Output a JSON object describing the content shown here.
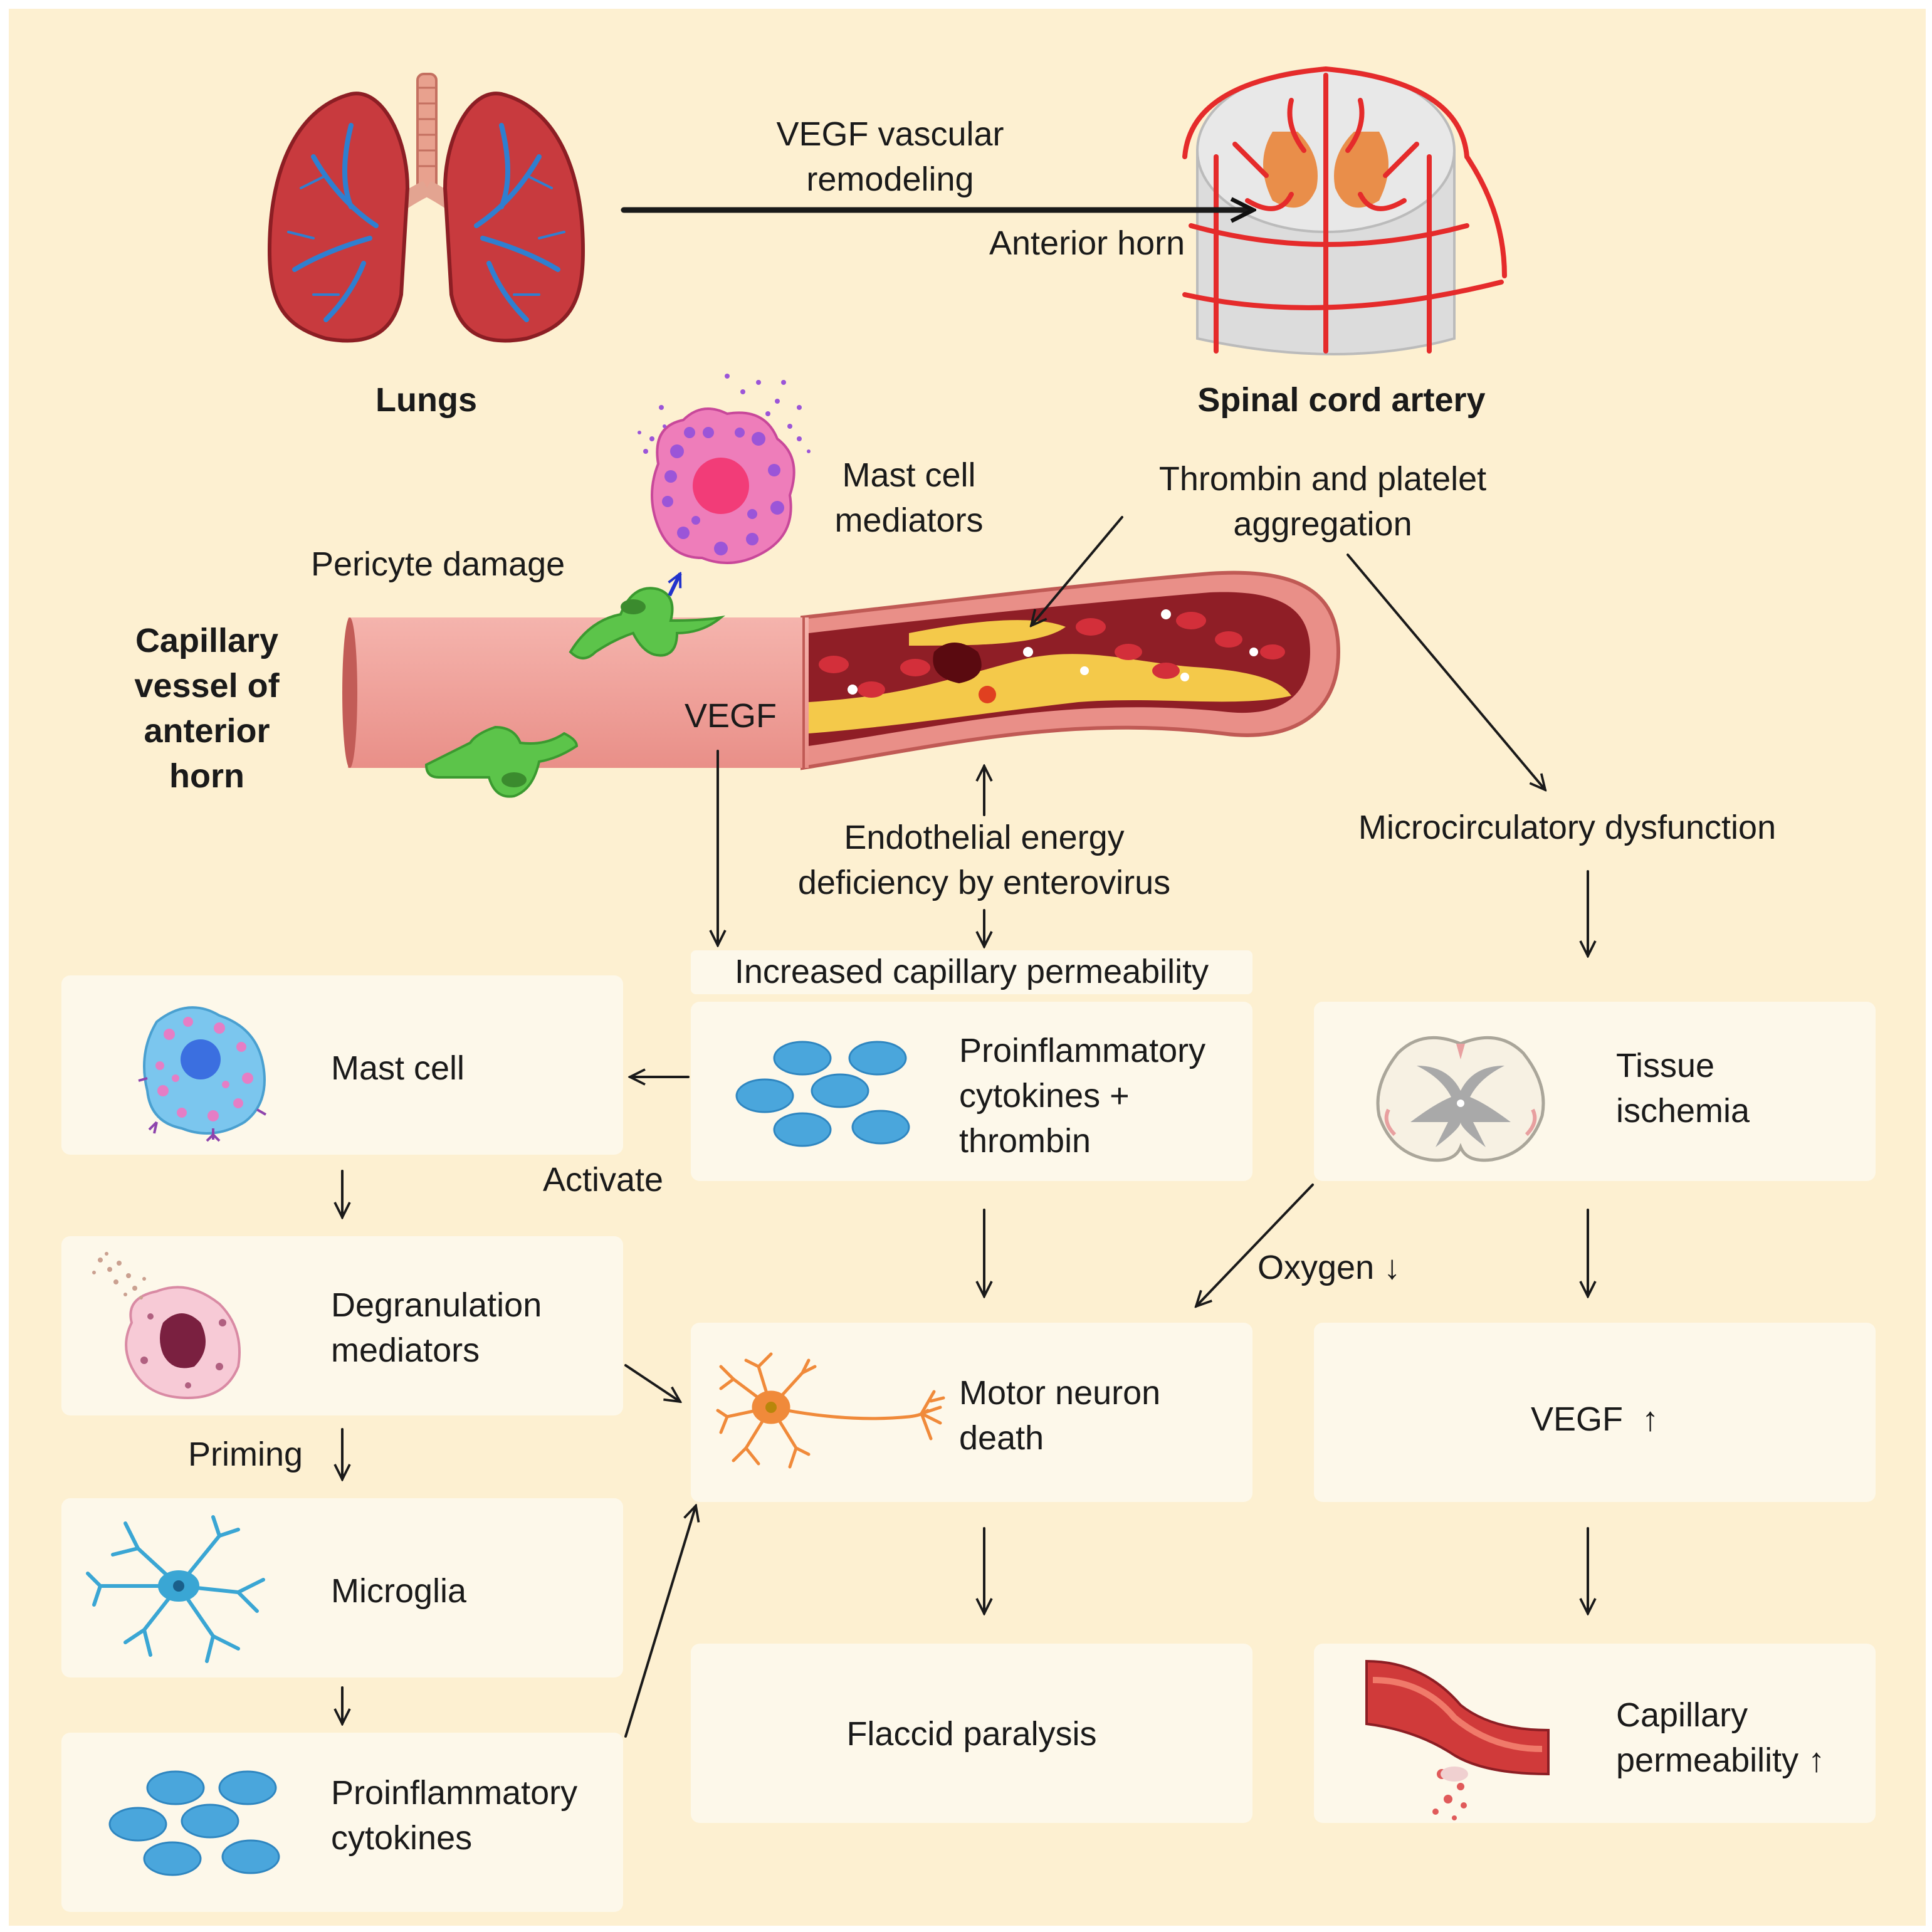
{
  "top": {
    "lungs_label": "Lungs",
    "spinal_label": "Spinal cord artery",
    "remodel_label_1": "VEGF vascular",
    "remodel_label_2": "remodeling",
    "anterior_horn": "Anterior horn"
  },
  "vessel": {
    "title_1": "Capillary",
    "title_2": "vessel of",
    "title_3": "anterior",
    "title_4": "horn",
    "pericyte": "Pericyte damage",
    "mast_mediators_1": "Mast cell",
    "mast_mediators_2": "mediators",
    "thrombin_1": "Thrombin and platelet",
    "thrombin_2": "aggregation",
    "vegf": "VEGF",
    "endothelial_1": "Endothelial energy",
    "endothelial_2": "deficiency by enterovirus",
    "microcirc": "Microcirculatory dysfunction",
    "permeability": "Increased capillary permeability"
  },
  "left": {
    "mast_cell": "Mast cell",
    "activate": "Activate",
    "degran_1": "Degranulation",
    "degran_2": "mediators",
    "priming": "Priming",
    "microglia": "Microglia",
    "proinf_1": "Proinflammatory",
    "proinf_2": "cytokines"
  },
  "middle": {
    "cyto_1": "Proinflammatory",
    "cyto_2": "cytokines +",
    "cyto_3": "thrombin",
    "motor_1": "Motor neuron",
    "motor_2": "death",
    "flaccid": "Flaccid paralysis"
  },
  "right": {
    "tissue_1": "Tissue",
    "tissue_2": "ischemia",
    "oxygen": "Oxygen ↓",
    "vegf_up": "VEGF  ↑",
    "cap_1": "Capillary",
    "cap_2": "permeability ↑"
  },
  "colors": {
    "background": "#fdf0d1",
    "box": "#fdf8ea",
    "vessel": "#f2a6a0",
    "pericyte": "#59c24a",
    "cytokine": "#4aa6dc",
    "mast_cell": "#ec7bb8",
    "microglia": "#3aa6d4"
  }
}
